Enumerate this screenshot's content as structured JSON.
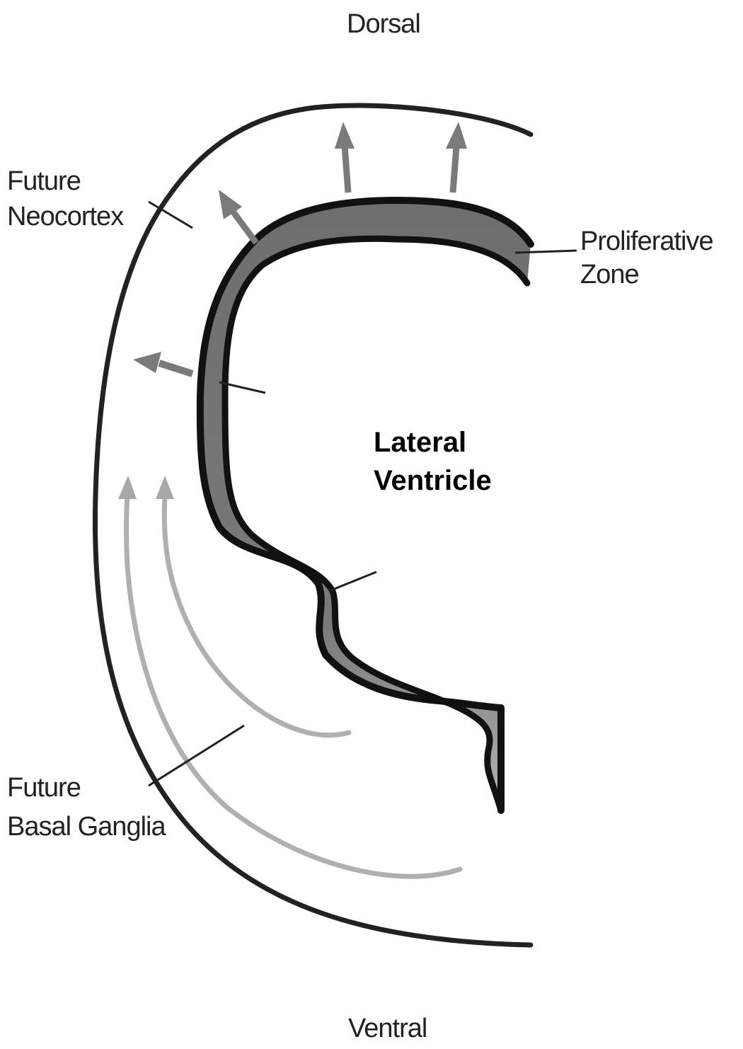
{
  "labels": {
    "dorsal": "Dorsal",
    "ventral": "Ventral",
    "future_neocortex_line1": "Future",
    "future_neocortex_line2": "Neocortex",
    "proliferative_zone_line1": "Proliferative",
    "proliferative_zone_line2": "Zone",
    "lateral_ventricle_line1": "Lateral",
    "lateral_ventricle_line2": "Ventricle",
    "future_basal_ganglia_line1": "Future",
    "future_basal_ganglia_line2": "Basal Ganglia"
  },
  "colors": {
    "outline": "#222222",
    "zone_fill": "#777777",
    "zone_fill_light": "#a8a8a8",
    "arrow_dark": "#7a7a7a",
    "arrow_light": "#b0b0b0"
  }
}
